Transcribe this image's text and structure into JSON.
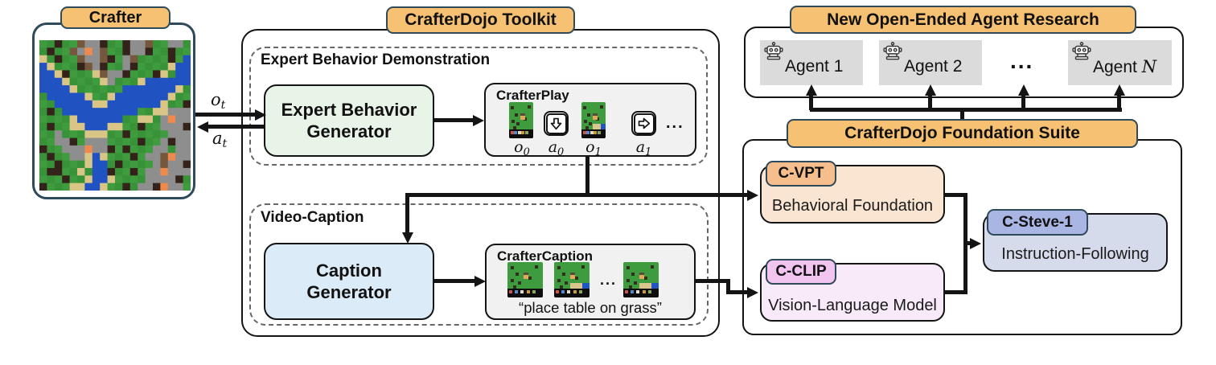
{
  "colors": {
    "accent_orange": "#F6C173",
    "tag_border": "#2F4A5A",
    "line_black": "#141414",
    "expert_green": "#E9F4E9",
    "caption_blue": "#DCEBF8",
    "data_gray": "#F1F1F1",
    "agent_gray": "#DBDBDB",
    "cvpt_tag": "#F6BE8C",
    "cvpt_body": "#FAE5D2",
    "cclip_tag": "#F2C4F0",
    "cclip_body": "#F8EAF8",
    "csteve_tag": "#A9B6E4",
    "csteve_body": "#D6DBEC"
  },
  "crafter": {
    "title": "Crafter"
  },
  "io": {
    "obs": {
      "v": "o",
      "sub": "t"
    },
    "act": {
      "v": "a",
      "sub": "t"
    }
  },
  "toolkit": {
    "title": "CrafterDojo Toolkit",
    "expert": {
      "label": "Expert Behavior Demonstration",
      "gen_line1": "Expert Behavior",
      "gen_line2": "Generator",
      "play": {
        "title": "CrafterPlay",
        "labels": [
          {
            "v": "o",
            "sub": "0"
          },
          {
            "v": "a",
            "sub": "0"
          },
          {
            "v": "o",
            "sub": "1"
          },
          {
            "v": "a",
            "sub": "1"
          }
        ],
        "ellipsis": "..."
      }
    },
    "video": {
      "label": "Video-Caption",
      "gen_line1": "Caption",
      "gen_line2": "Generator",
      "caption": {
        "title": "CrafterCaption",
        "ellipsis": "...",
        "text": "“place table on grass”"
      }
    }
  },
  "research": {
    "title": "New Open-Ended Agent Research",
    "agents": [
      "Agent 1",
      "Agent 2"
    ],
    "ellipsis": "...",
    "agent_n": {
      "prefix": "Agent ",
      "var": "N"
    }
  },
  "suite": {
    "title": "CrafterDojo Foundation Suite",
    "models": [
      {
        "tag": "C-VPT",
        "desc": "Behavioral Foundation"
      },
      {
        "tag": "C-CLIP",
        "desc": "Vision-Language Model"
      },
      {
        "tag": "C-Steve-1",
        "desc": "Instruction-Following"
      }
    ]
  },
  "map": {
    "palette": {
      "g": "#3E9B3E",
      "d": "#33231A",
      "w": "#2152C2",
      "s": "#D9C687",
      "r": "#8E8E8E",
      "b": "#74573C",
      "o": "#EE8A4E"
    },
    "alt_green": "#389238",
    "rows": [
      "ggdggbrrdggdrrbggrrg",
      "gdggbrorbggdrrdggdgg",
      "sgdggbrrbdgrbggggdgw",
      "wsgggdbrdggrdggggsww",
      "wwsdgggsbrrdgggdsgww",
      "wwwsggggsrgggswwwwww",
      "wwwwsggggggwwwwwwwsg",
      "gwwwwwsggswwwwwwwsgg",
      "ggwwwwwsswwwwwwwsggd",
      "gdgwwwwwwwwwwggssrrr",
      "ggggswwwwwwggssgrorr",
      "gdggsswwwssggdggrrrd",
      "ggrgggsssggdgggggrrr",
      "ggrrdgrrrggggdggrdrr",
      "dggrrrorrdgdgggrrgrr",
      "gdggrrswsgggdgrrborr",
      "ggdgggswwgdggggrbrrd",
      "gddggsgwwdggdgrrorrr",
      "gggdggswwsggggrrrrdg",
      "dgggsswwsggdgrrdorrg"
    ]
  }
}
